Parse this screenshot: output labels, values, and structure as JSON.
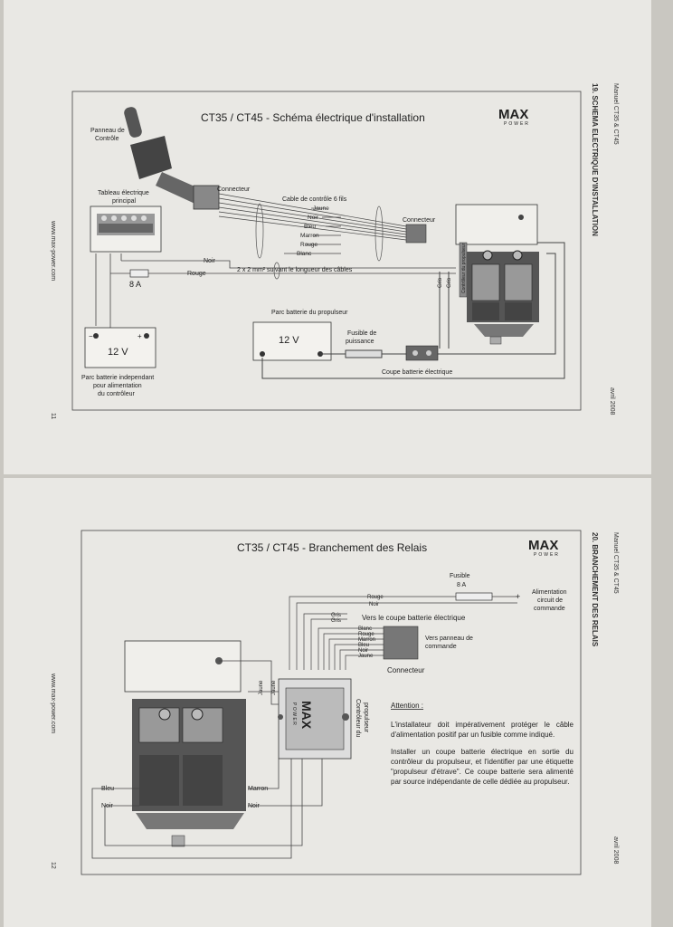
{
  "page1": {
    "title": "CT35 / CT45 - Schéma électrique d'installation",
    "section": "19. SCHEMA ELECTRIQUE D'INSTALLATION",
    "manual": "Manuel CT35 & CT45",
    "date": "avril 2008",
    "site": "www.max-power.com",
    "page_number": "11",
    "logo_main": "MAX",
    "logo_sub": "POWER",
    "labels": {
      "panel_l1": "Panneau de",
      "panel_l2": "Contrôle",
      "connecteur_top": "Connecteur",
      "tableau_l1": "Tableau électrique",
      "tableau_l2": "principal",
      "cable": "Cable de contrôle 6 fils",
      "connecteur_right": "Connecteur",
      "noir": "Noir",
      "rouge": "Rouge",
      "fuse": "8 A",
      "cables_2x2": "2 x 2 mm² suivant le longueur des câbles",
      "battery_indep": "12 V",
      "indep_l1": "Parc batterie independant",
      "indep_l2": "pour alimentation",
      "indep_l3": "du contrôleur",
      "parc_prop": "Parc batterie du propulseur",
      "battery_prop": "12 V",
      "fusible_l1": "Fusible de",
      "fusible_l2": "puissance",
      "coupe": "Coupe batterie électrique",
      "gris1": "Gris",
      "gris2": "Gris",
      "controleur_prop": "Contrôleur du propulseur"
    },
    "wires": [
      "Jaune",
      "Noir",
      "Bleu",
      "Marron",
      "Rouge",
      "Blanc"
    ]
  },
  "page2": {
    "title": "CT35 / CT45 - Branchement des Relais",
    "section": "20. BRANCHEMENT DES RELAIS",
    "manual": "Manuel CT35 & CT45",
    "date": "avril 2008",
    "site": "www.max-power.com",
    "page_number": "12",
    "logo_main": "MAX",
    "logo_sub": "POWER",
    "labels": {
      "fusible": "Fusible",
      "fuse_rating": "8 A",
      "alim_l1": "Alimentation",
      "alim_l2": "circuit de",
      "alim_l3": "commande",
      "rouge": "Rouge",
      "noir": "Noir",
      "gris1": "Gris",
      "gris2": "Gris",
      "vers_coupe": "Vers le coupe batterie électrique",
      "vers_panneau_l1": "Vers panneau de",
      "vers_panneau_l2": "commande",
      "connecteur": "Connecteur",
      "jaune_a": "Jaune",
      "jaune_b": "Jaune",
      "ctrl_box_l1": "Contrôleur du",
      "ctrl_box_l2": "propulseur",
      "bleu": "Bleu",
      "noir_left": "Noir",
      "marron": "Marron",
      "noir_right": "Noir",
      "box_logo": "MAX",
      "box_logo_sub": "POWER"
    },
    "connector_wires": [
      "Blanc",
      "Rouge",
      "Marron",
      "Bleu",
      "Noir",
      "Jaune"
    ],
    "attention": {
      "heading": "Attention :",
      "p1": "L'installateur doit impérativement protéger le câble d'alimentation positif par un fusible comme indiqué.",
      "p2": "Installer un coupe batterie électrique en sortie du contrôleur du propulseur, et l'identifier par une étiquette \"propulseur d'étrave\". Ce coupe batterie sera alimenté par source indépendante de celle dédiée au propulseur."
    }
  }
}
